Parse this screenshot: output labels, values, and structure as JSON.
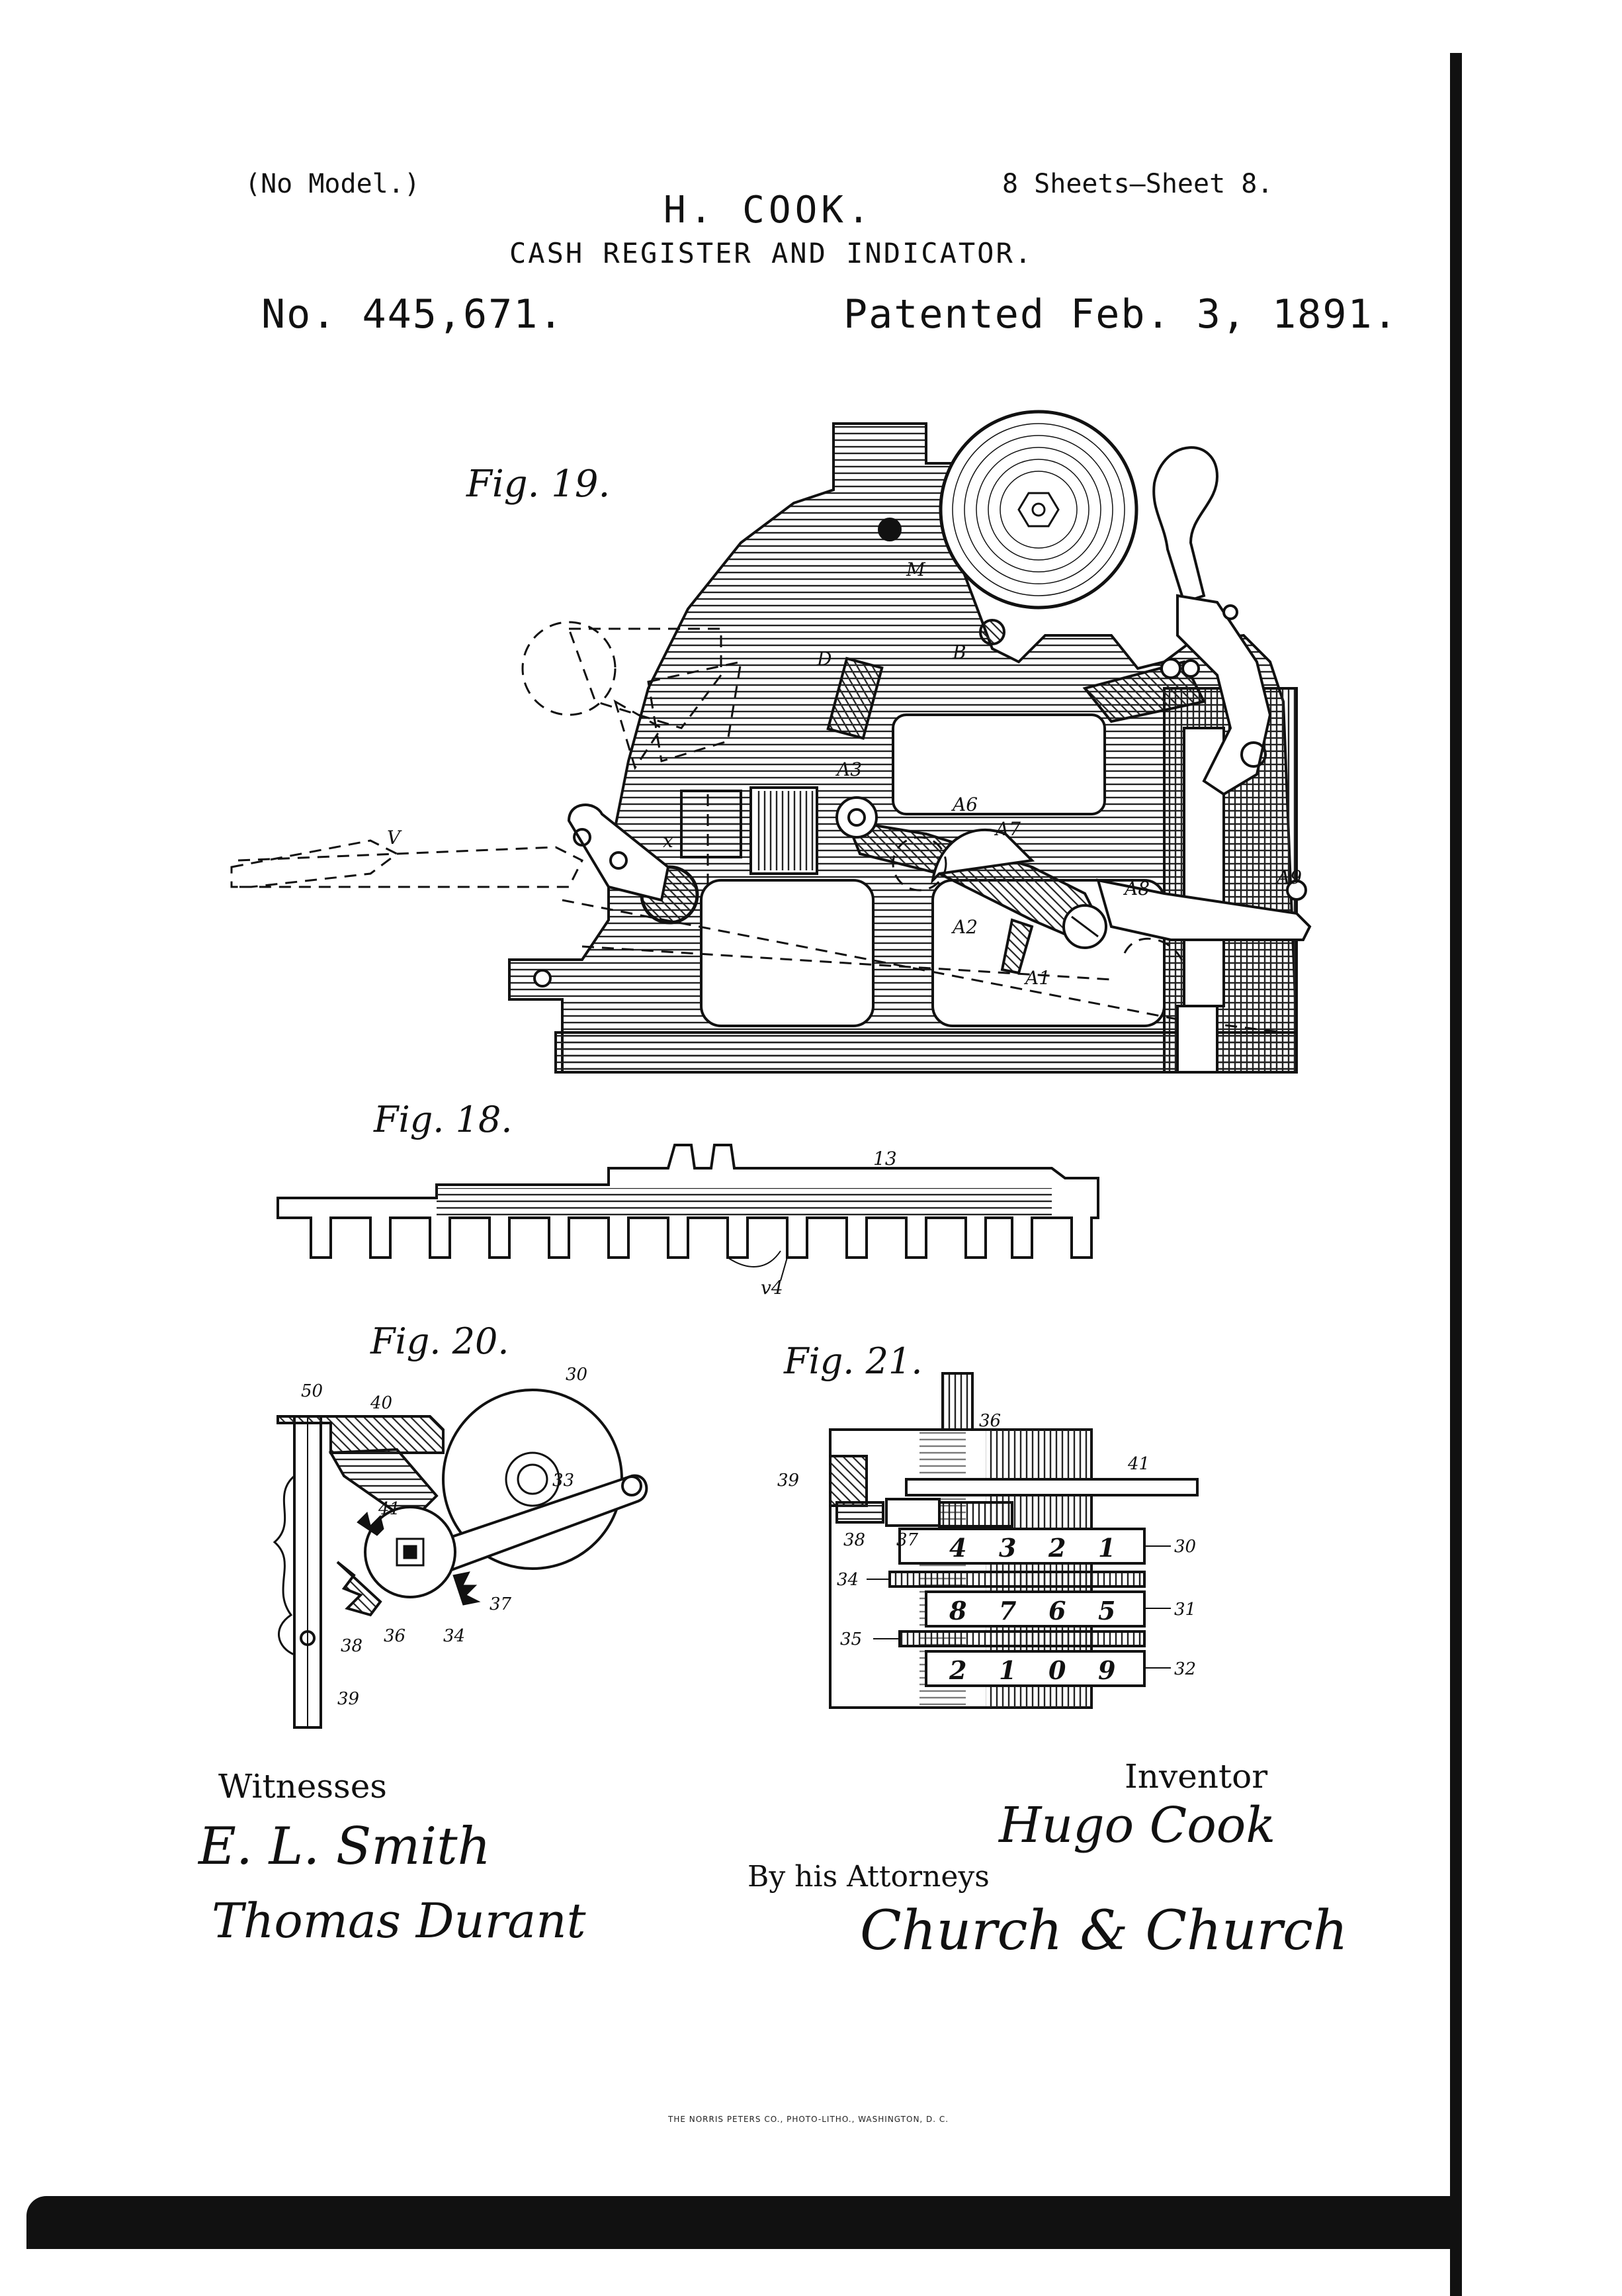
{
  "header": {
    "model_note": "(No Model.)",
    "sheet_note": "8 Sheets—Sheet 8.",
    "inventor_name": "H. COOK.",
    "title": "CASH REGISTER AND INDICATOR.",
    "patent_number": "No. 445,671.",
    "patent_date": "Patented Feb. 3, 1891."
  },
  "figures": {
    "fig19": {
      "label": "Fig. 19.",
      "refs": {
        "M": "M",
        "B": "B",
        "D": "D",
        "A3": "A3",
        "A6": "A6",
        "A7": "A7",
        "A8": "A8",
        "A9": "A9",
        "A2": "A2",
        "A1": "A1",
        "V": "V",
        "x": "x"
      }
    },
    "fig18": {
      "label": "Fig. 18.",
      "refs": {
        "r13": "13",
        "v4": "v4"
      }
    },
    "fig20": {
      "label": "Fig. 20.",
      "refs": {
        "r50": "50",
        "r40": "40",
        "r30": "30",
        "r33": "33",
        "r41": "41",
        "r36": "36",
        "r34": "34",
        "r37": "37",
        "r38": "38",
        "r39": "39"
      }
    },
    "fig21": {
      "label": "Fig. 21.",
      "refs": {
        "r36": "36",
        "r39": "39",
        "r41": "41",
        "r38": "38",
        "r37": "37",
        "r30": "30",
        "r34": "34",
        "r31": "31",
        "r35": "35",
        "r32": "32"
      },
      "wheel_digits": {
        "row1": [
          "4",
          "3",
          "2",
          "1"
        ],
        "row2": [
          "8",
          "7",
          "6",
          "5"
        ],
        "row3": [
          "2",
          "1",
          "0",
          "9"
        ]
      }
    }
  },
  "signatures": {
    "witnesses_label": "Witnesses",
    "witness1": "E. L. Smith",
    "witness2": "Thomas Durant",
    "inventor_label": "Inventor",
    "inventor_signature": "Hugo Cook",
    "attorneys_label": "By his Attorneys",
    "attorneys_signature": "Church & Church"
  },
  "footer": {
    "printer": "THE NORRIS PETERS CO., PHOTO-LITHO., WASHINGTON, D. C."
  }
}
